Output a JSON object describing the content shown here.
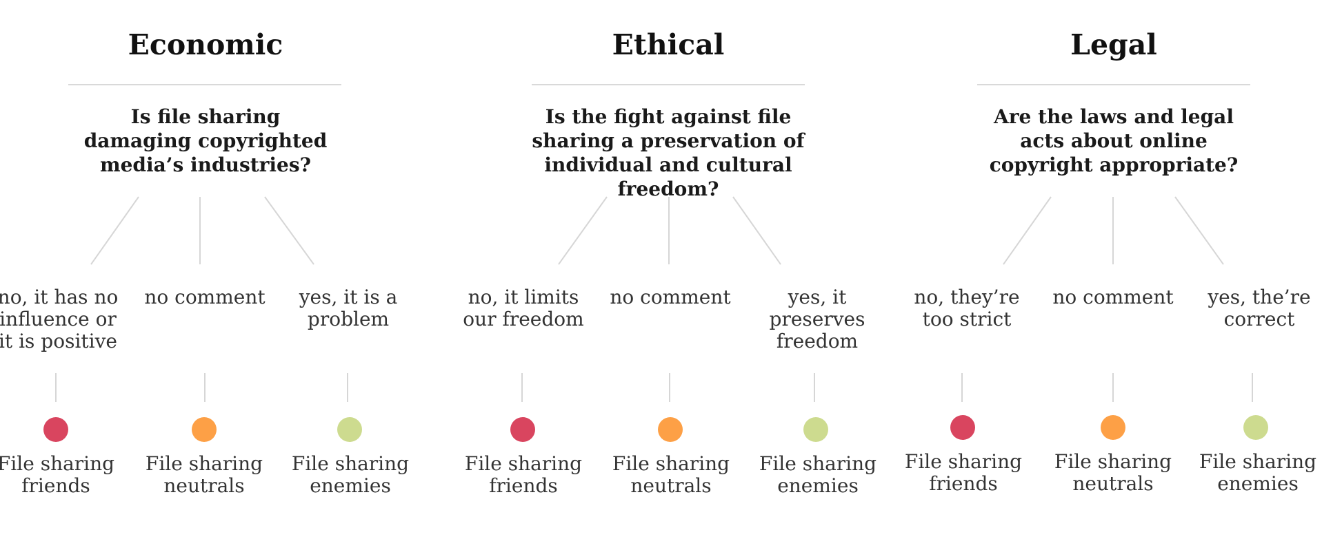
{
  "colors": {
    "friends": "#d9455f",
    "neutrals": "#fda046",
    "enemies": "#cddb8f",
    "line": "#d6d6d6"
  },
  "columns": [
    {
      "title": "Economic",
      "question": "Is file sharing damaging copyrighted media’s industries?",
      "answers": [
        {
          "answer": "no, it has no influence or it is positive",
          "group": "File sharing friends",
          "group_key": "friends"
        },
        {
          "answer": "no comment",
          "group": "File sharing neutrals",
          "group_key": "neutrals"
        },
        {
          "answer": "yes, it is a problem",
          "group": "File sharing enemies",
          "group_key": "enemies"
        }
      ]
    },
    {
      "title": "Ethical",
      "question": "Is the fight against file sharing a preservation of individual and cultural freedom?",
      "answers": [
        {
          "answer": "no, it limits our freedom",
          "group": "File sharing friends",
          "group_key": "friends"
        },
        {
          "answer": "no comment",
          "group": "File sharing neutrals",
          "group_key": "neutrals"
        },
        {
          "answer": "yes, it preserves freedom",
          "group": "File sharing enemies",
          "group_key": "enemies"
        }
      ]
    },
    {
      "title": "Legal",
      "question": "Are the laws and legal acts about online copyright appropriate?",
      "answers": [
        {
          "answer": "no, they’re too strict",
          "group": "File sharing friends",
          "group_key": "friends"
        },
        {
          "answer": "no comment",
          "group": "File sharing neutrals",
          "group_key": "neutrals"
        },
        {
          "answer": "yes, the’re correct",
          "group": "File sharing enemies",
          "group_key": "enemies"
        }
      ]
    }
  ]
}
